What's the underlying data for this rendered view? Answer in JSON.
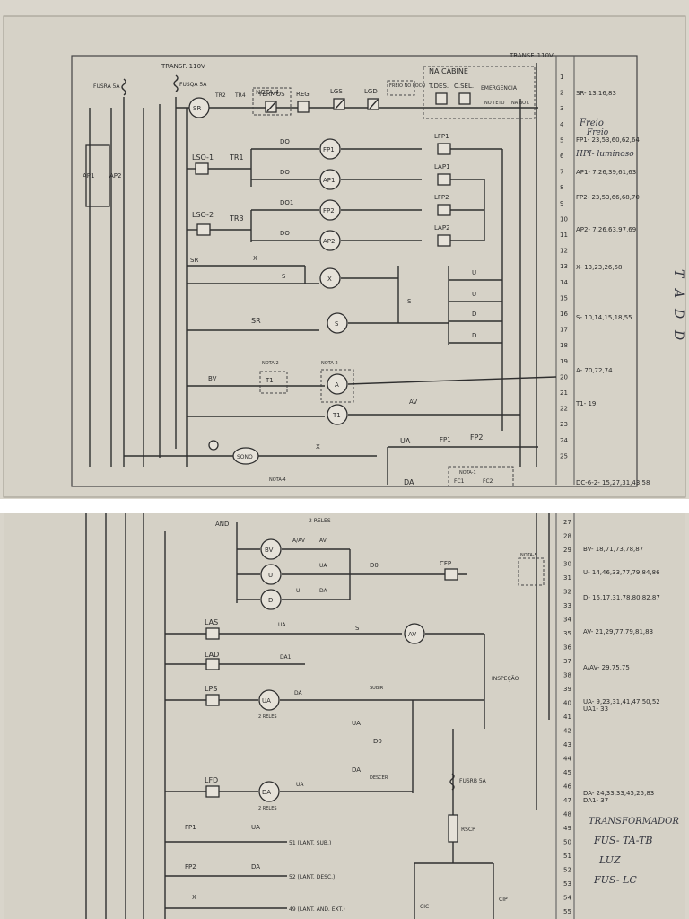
{
  "top": {
    "transf_left": "TRANSF. 110V",
    "transf_right": "TRANSF. 110V",
    "fusivel_1": "FUSRA 5A",
    "fusivel_2": "FUSQA 5A",
    "nota4": "NOTA-4",
    "chain_labels": [
      "TR2",
      "TR4",
      "TERMOS",
      "REG",
      "LGS",
      "LGD",
      "FREIO NO POCO"
    ],
    "na_cabine": "NA CABINE",
    "t_des": "T.DES.",
    "c_sel": "C.SEL.",
    "emergencia": "EMERGENCIA",
    "no_teto": "NO TETO",
    "na_bot": "NA BOT.",
    "ap_labels": [
      "AP1",
      "AP2"
    ],
    "ls_labels": [
      "LSO-1",
      "TR1",
      "LSO-2",
      "TR3"
    ],
    "coils": [
      "SR",
      "FP1",
      "AP1",
      "FP2",
      "AP2",
      "X",
      "S",
      "A",
      "T1"
    ],
    "contacts": [
      "DO",
      "DO",
      "DO1",
      "DO",
      "SR",
      "X",
      "S",
      "SR",
      "BV",
      "T1",
      "AV",
      "U",
      "U",
      "D",
      "D",
      "S",
      "UA",
      "FP1",
      "FP2",
      "S",
      "UA"
    ],
    "lamp_labels": [
      "LFP1",
      "LAP1",
      "LFP2",
      "LAP2"
    ],
    "nota2a": "NOTA-2",
    "nota2b": "NOTA-2",
    "sono": "SONO",
    "nota1": "NOTA-1",
    "fc_labels": [
      "FC1",
      "FC2"
    ],
    "da": "DA",
    "line_numbers": [
      "1",
      "2",
      "3",
      "4",
      "5",
      "6",
      "7",
      "8",
      "9",
      "10",
      "11",
      "12",
      "13",
      "14",
      "15",
      "16",
      "17",
      "18",
      "19",
      "20",
      "21",
      "22",
      "23",
      "24",
      "25"
    ],
    "xref": [
      "SR- 13,16,83",
      "FP1- 23,53,60,62,64",
      "AP1- 7,26,39,61,63",
      "FP2- 23,53,66,68,70",
      "AP2- 7,26,63,97,69",
      "X- 13,23,26,58",
      "S- 10,14,15,18,55",
      "A- 70,72,74",
      "T1- 19",
      "DC-6-2- 15,27,31,43,58"
    ],
    "handwriting": [
      "Freio",
      "Freio",
      "HPI- luminoso"
    ],
    "side_notes": [
      "T",
      "A",
      "D",
      "D"
    ]
  },
  "bottom": {
    "and": "AND",
    "reles2a": "2 RELES",
    "coils": [
      "BV",
      "U",
      "D",
      "AV",
      "UA",
      "DA"
    ],
    "contacts": [
      "A/AV",
      "AV",
      "UA",
      "UA",
      "D0",
      "CFP",
      "U",
      "DA",
      "S",
      "UA",
      "D0",
      "DA",
      "DA1",
      "UA",
      "UA",
      "DA",
      "X"
    ],
    "lamp_labels": [
      "LAS",
      "LAD",
      "LPS",
      "LFD"
    ],
    "subir": "SUBIR",
    "descer": "DESCER",
    "inspecao": "INSPEÇÃO",
    "nota5": "NOTA-5",
    "fusib": "FUSRB 5A",
    "rscp": "RSCP",
    "cic": "CIC",
    "cip": "CIP",
    "fp1": "FP1",
    "fp2": "FP2",
    "reles2b": "2 RELES",
    "reles2c": "2 RELES",
    "lamp_circuits": [
      "51 (LANT. SUB.)",
      "52 (LANT. DESC.)",
      "49 (LANT. AND. EXT.)"
    ],
    "line_numbers": [
      "27",
      "28",
      "29",
      "30",
      "31",
      "32",
      "33",
      "34",
      "35",
      "36",
      "37",
      "38",
      "39",
      "40",
      "41",
      "42",
      "43",
      "44",
      "45",
      "46",
      "47",
      "48",
      "49",
      "50",
      "51",
      "52",
      "53",
      "54",
      "55"
    ],
    "xref": [
      "BV- 18,71,73,78,87",
      "U- 14,46,33,77,79,84,86",
      "D- 15,17,31,78,80,82,87",
      "AV- 21,29,77,79,81,83",
      "A/AV- 29,75,75",
      "UA- 9,23,31,41,47,50,52",
      "UA1- 33",
      "DA- 24,33,33,45,25,83",
      "DA1- 37"
    ],
    "handwriting": [
      "TRANSFORMADOR",
      "FUS- TA-TB",
      "LUZ",
      "FUS- LC"
    ]
  }
}
